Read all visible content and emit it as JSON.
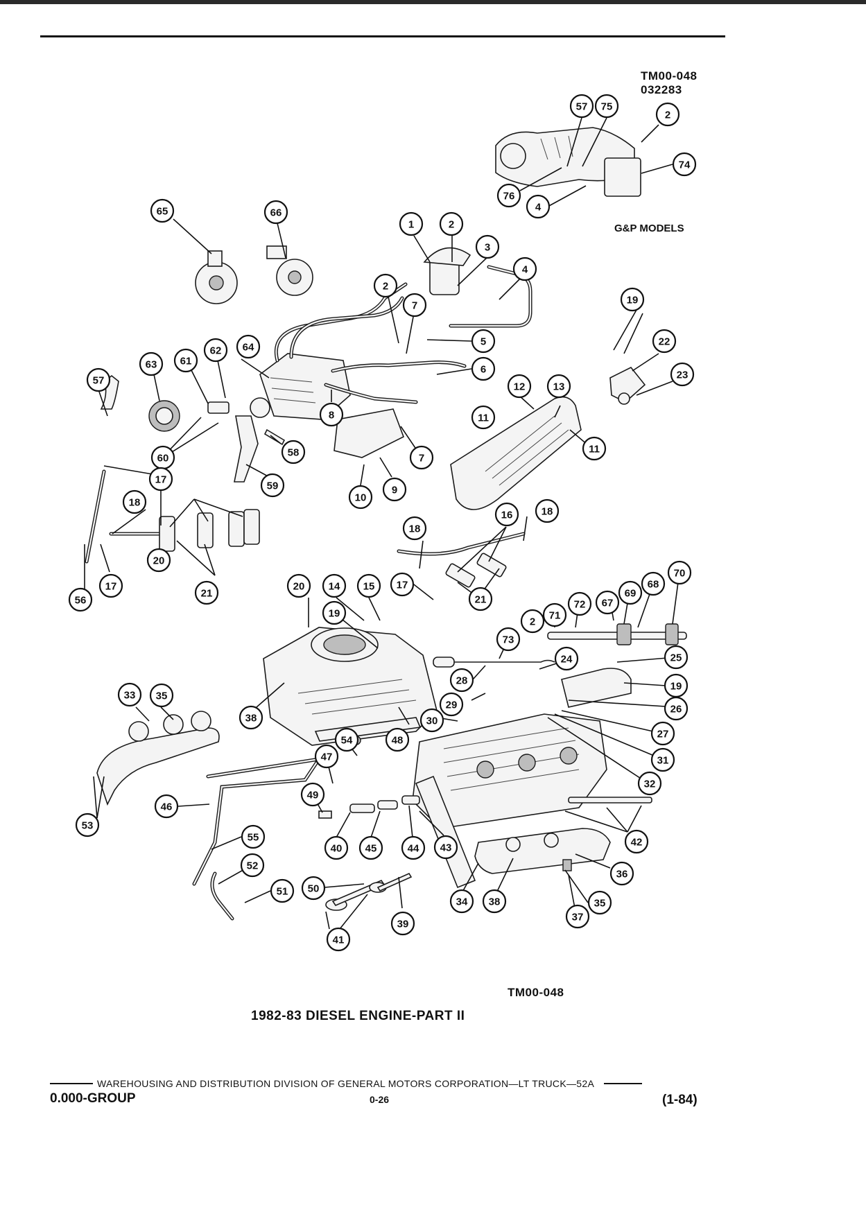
{
  "header": {
    "ref_code": "TM00-048",
    "ref_date": "032283"
  },
  "diagram": {
    "inset_label": "G&P MODELS",
    "callouts": [
      "57",
      "75",
      "2",
      "74",
      "76",
      "4",
      "65",
      "66",
      "1",
      "2",
      "3",
      "4",
      "2",
      "7",
      "5",
      "6",
      "64",
      "62",
      "61",
      "63",
      "57",
      "8",
      "12",
      "13",
      "11",
      "11",
      "19",
      "22",
      "23",
      "60",
      "58",
      "59",
      "7",
      "9",
      "10",
      "17",
      "18",
      "20",
      "56",
      "17",
      "21",
      "18",
      "16",
      "18",
      "17",
      "21",
      "20",
      "14",
      "15",
      "19",
      "2",
      "71",
      "72",
      "67",
      "69",
      "68",
      "70",
      "73",
      "24",
      "25",
      "28",
      "19",
      "29",
      "26",
      "30",
      "27",
      "31",
      "32",
      "33",
      "35",
      "38",
      "54",
      "48",
      "47",
      "49",
      "46",
      "53",
      "55",
      "52",
      "51",
      "50",
      "41",
      "39",
      "40",
      "45",
      "44",
      "43",
      "42",
      "34",
      "38",
      "36",
      "35",
      "37",
      "10"
    ]
  },
  "figure": {
    "code": "TM00-048",
    "caption": "1982-83 DIESEL ENGINE-PART II"
  },
  "footer": {
    "division_line": "WAREHOUSING AND DISTRIBUTION  DIVISION OF GENERAL MOTORS CORPORATION—LT TRUCK—52A",
    "group": "0.000-GROUP",
    "page": "0-26",
    "revision": "(1-84)"
  }
}
